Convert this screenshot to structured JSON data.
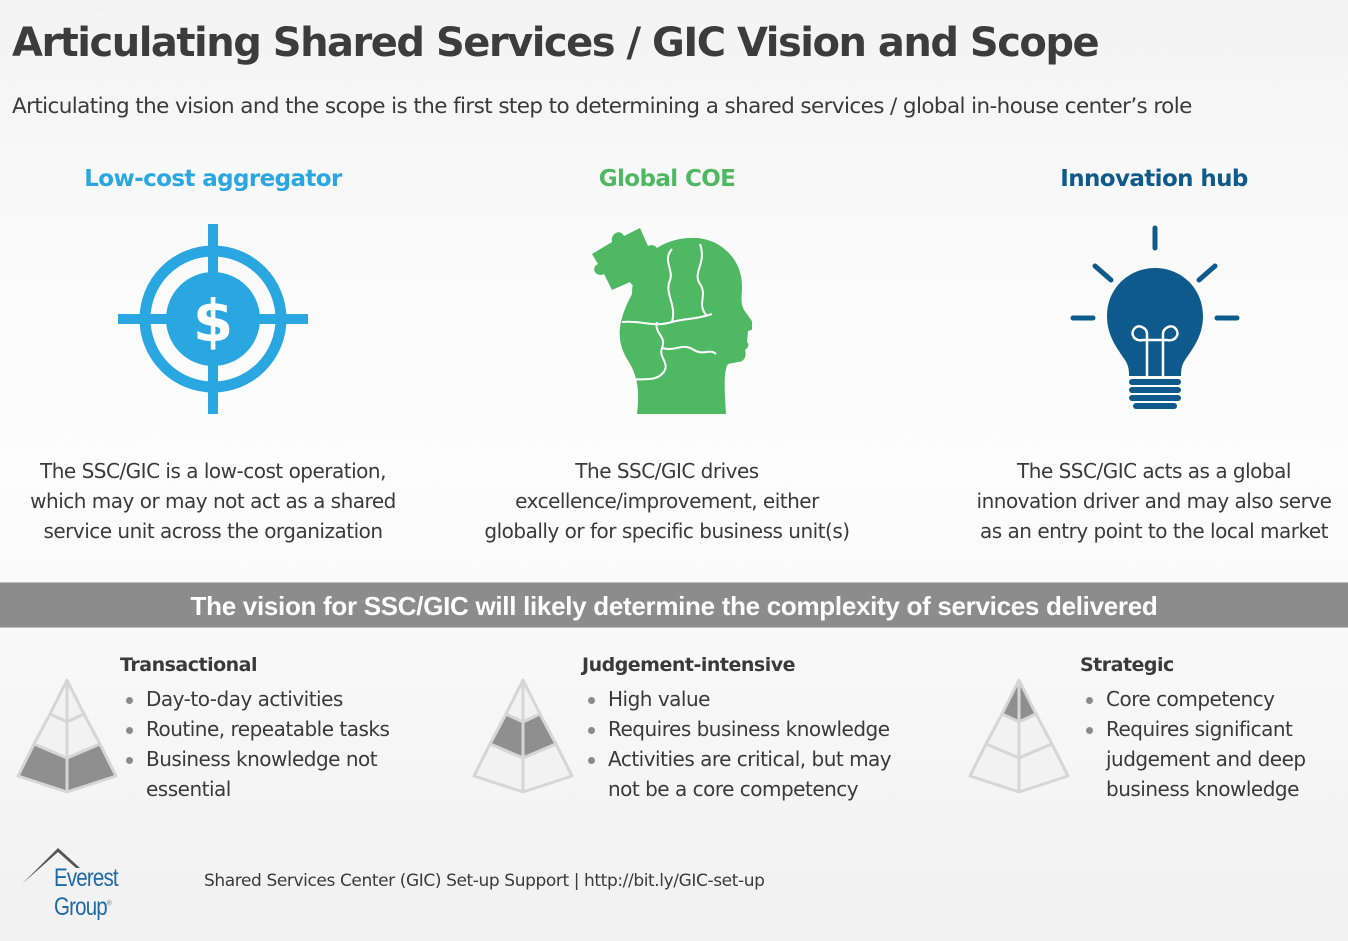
{
  "header": {
    "title": "Articulating Shared Services / GIC Vision and Scope",
    "subtitle": "Articulating the vision and the scope is the first step to determining a shared services / global in-house center’s role"
  },
  "visions": [
    {
      "title": "Low-cost aggregator",
      "color": "#2aa6e0",
      "icon": "target-dollar-icon",
      "description_lines": [
        "The SSC/GIC is a low-cost operation,",
        "which may or may not act as a shared",
        "service unit across the organization"
      ]
    },
    {
      "title": "Global COE",
      "color": "#4fb862",
      "icon": "head-puzzle-icon",
      "description_lines": [
        "The SSC/GIC drives",
        "excellence/improvement, either",
        "globally or for specific business unit(s)"
      ]
    },
    {
      "title": "Innovation hub",
      "color": "#0f5a8c",
      "icon": "lightbulb-icon",
      "description_lines": [
        "The SSC/GIC acts as a global",
        "innovation driver and may also serve",
        "as an entry point to the local market"
      ]
    }
  ],
  "banner": {
    "text": "The vision for SSC/GIC will likely determine the complexity of services delivered",
    "bg_color": "#8c8c8c"
  },
  "tiers": [
    {
      "title": "Transactional",
      "highlight_level": "bottom",
      "bullets": [
        "Day-to-day activities",
        "Routine, repeatable tasks",
        "Business knowledge not essential"
      ]
    },
    {
      "title": "Judgement-intensive",
      "highlight_level": "middle",
      "bullets": [
        "High value",
        "Requires business knowledge",
        "Activities are critical, but may not be a core competency"
      ]
    },
    {
      "title": "Strategic",
      "highlight_level": "top",
      "bullets": [
        "Core competency",
        "Requires significant judgement and deep business knowledge"
      ]
    }
  ],
  "footer": {
    "brand": "Everest Group",
    "registered_mark": "®",
    "text": "Shared Services Center (GIC) Set-up Support | http://bit.ly/GIC-set-up",
    "brand_color": "#1e6aa6"
  }
}
